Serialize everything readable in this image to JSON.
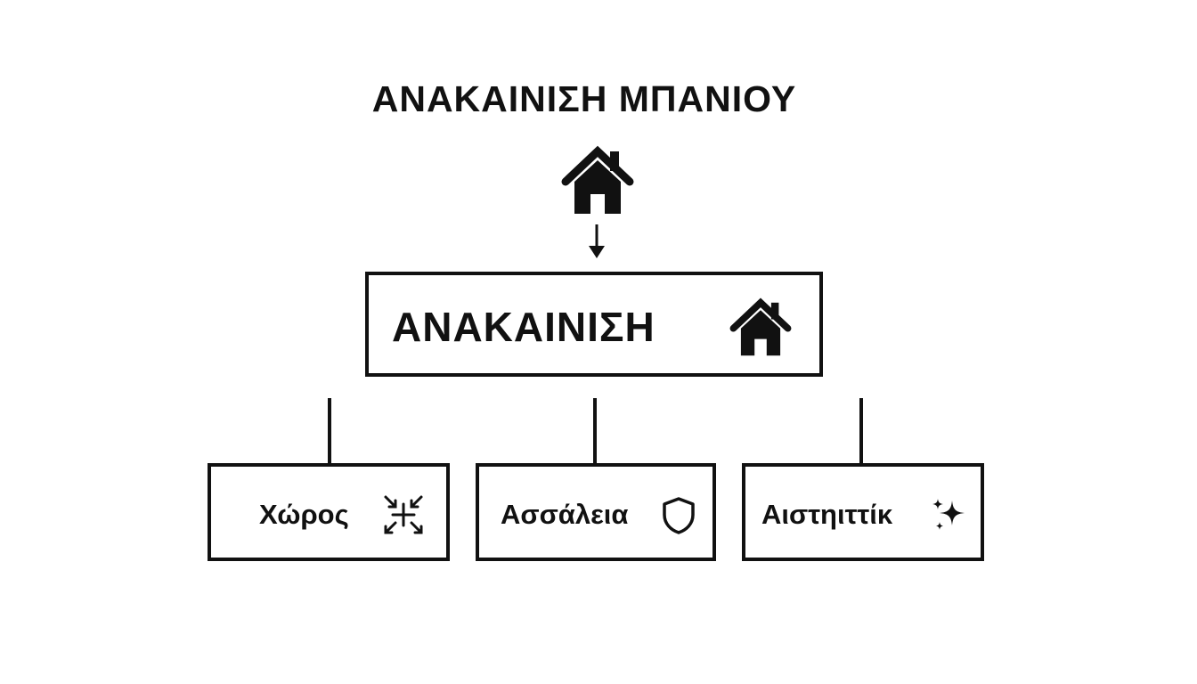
{
  "diagram": {
    "title": "ΑΝΑΚΑΙΝΙΣΗ ΜΠΑΝΙΟΥ",
    "root": {
      "label": "ΑΝΑΚΑΙΝΙΣΗ",
      "icon": "house-icon"
    },
    "top_icon": "house-icon",
    "children": [
      {
        "label": "Χώρος",
        "icon": "expand-arrows-icon"
      },
      {
        "label": "Ασσάλεια",
        "icon": "shield-icon"
      },
      {
        "label": "Αιστηιττίκ",
        "icon": "sparkles-icon"
      }
    ]
  },
  "colors": {
    "line": "#111111",
    "background": "#ffffff",
    "text": "#111111"
  }
}
